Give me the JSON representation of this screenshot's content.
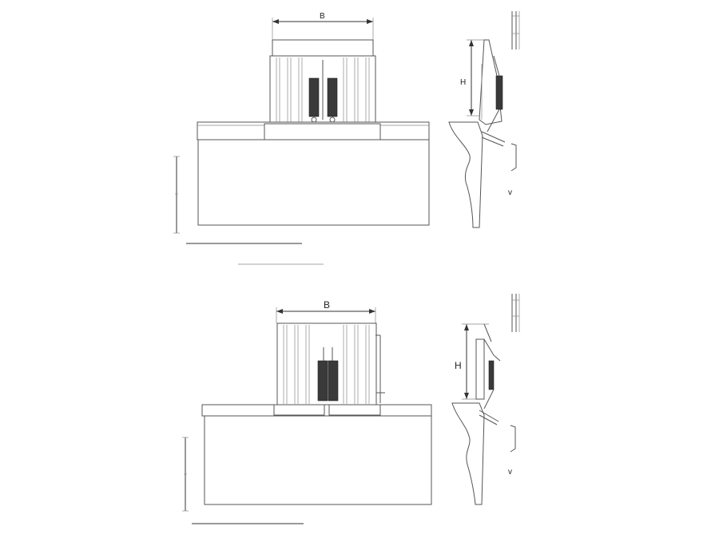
{
  "top_view": {
    "front_width_label": "B",
    "side_height_label": "H",
    "side_vertical_mark": "v"
  },
  "bottom_view": {
    "front_width_label": "B",
    "side_height_label": "H",
    "side_vertical_mark": "v"
  }
}
